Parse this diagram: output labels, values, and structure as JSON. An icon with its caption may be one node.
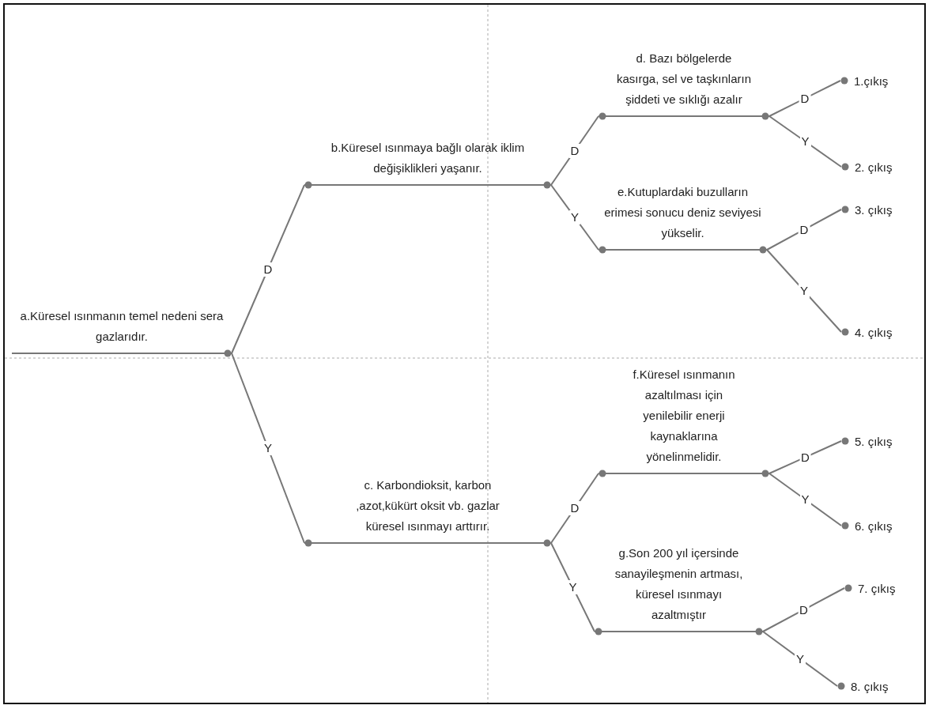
{
  "diagram": {
    "nodes": [
      {
        "text": [
          "a.Küresel ısınmanın temel nedeni sera gazlarıdır."
        ]
      },
      {
        "text": [
          "b.Küresel ısınmaya bağlı olarak iklim değişiklikleri yaşanır."
        ]
      },
      {
        "text": [
          "c. Karbondioksit, karbon ,azot,kükürt oksit vb. gazlar küresel ısınmayı arttırır."
        ]
      },
      {
        "text": [
          "d. Bazı bölgelerde kasırga, sel ve taşkınların şiddeti ve sıklığı azalır"
        ]
      },
      {
        "text": [
          "e.Kutuplardaki buzulların erimesi sonucu deniz seviyesi yükselir."
        ]
      },
      {
        "text": [
          "f.Küresel ısınmanın azaltılması için yenilebilir enerji kaynaklarına yönelinmelidir."
        ]
      },
      {
        "text": [
          "g.Son 200 yıl içersinde sanayileşmenin artması, küresel ısınmayı azaltmıştır"
        ]
      },
      {
        "text": [
          "1.çıkış"
        ]
      },
      {
        "text": [
          "2. çıkış"
        ]
      },
      {
        "text": [
          "3. çıkış"
        ]
      },
      {
        "text": [
          "4. çıkış"
        ]
      },
      {
        "text": [
          "5. çıkış"
        ]
      },
      {
        "text": [
          "6. çıkış"
        ]
      },
      {
        "text": [
          "7. çıkış"
        ]
      },
      {
        "text": [
          "8. çıkış"
        ]
      }
    ],
    "edges": [
      {
        "from": 0,
        "to": 1,
        "arrow": "none",
        "label": "D"
      },
      {
        "from": 0,
        "to": 2,
        "arrow": "none",
        "label": "Y"
      },
      {
        "from": 1,
        "to": 3,
        "arrow": "none",
        "label": "D"
      },
      {
        "from": 1,
        "to": 4,
        "arrow": "none",
        "label": "Y"
      },
      {
        "from": 2,
        "to": 5,
        "arrow": "none",
        "label": "D"
      },
      {
        "from": 2,
        "to": 6,
        "arrow": "none",
        "label": "Y"
      },
      {
        "from": 3,
        "to": 7,
        "arrow": "none",
        "label": "D"
      },
      {
        "from": 3,
        "to": 8,
        "arrow": "none",
        "label": "Y"
      },
      {
        "from": 4,
        "to": 9,
        "arrow": "none",
        "label": "D"
      },
      {
        "from": 4,
        "to": 10,
        "arrow": "none",
        "label": "Y"
      },
      {
        "from": 5,
        "to": 11,
        "arrow": "none",
        "label": "D"
      },
      {
        "from": 5,
        "to": 12,
        "arrow": "none",
        "label": "Y"
      },
      {
        "from": 6,
        "to": 13,
        "arrow": "none",
        "label": "D"
      },
      {
        "from": 6,
        "to": 14,
        "arrow": "none",
        "label": "Y"
      }
    ]
  }
}
